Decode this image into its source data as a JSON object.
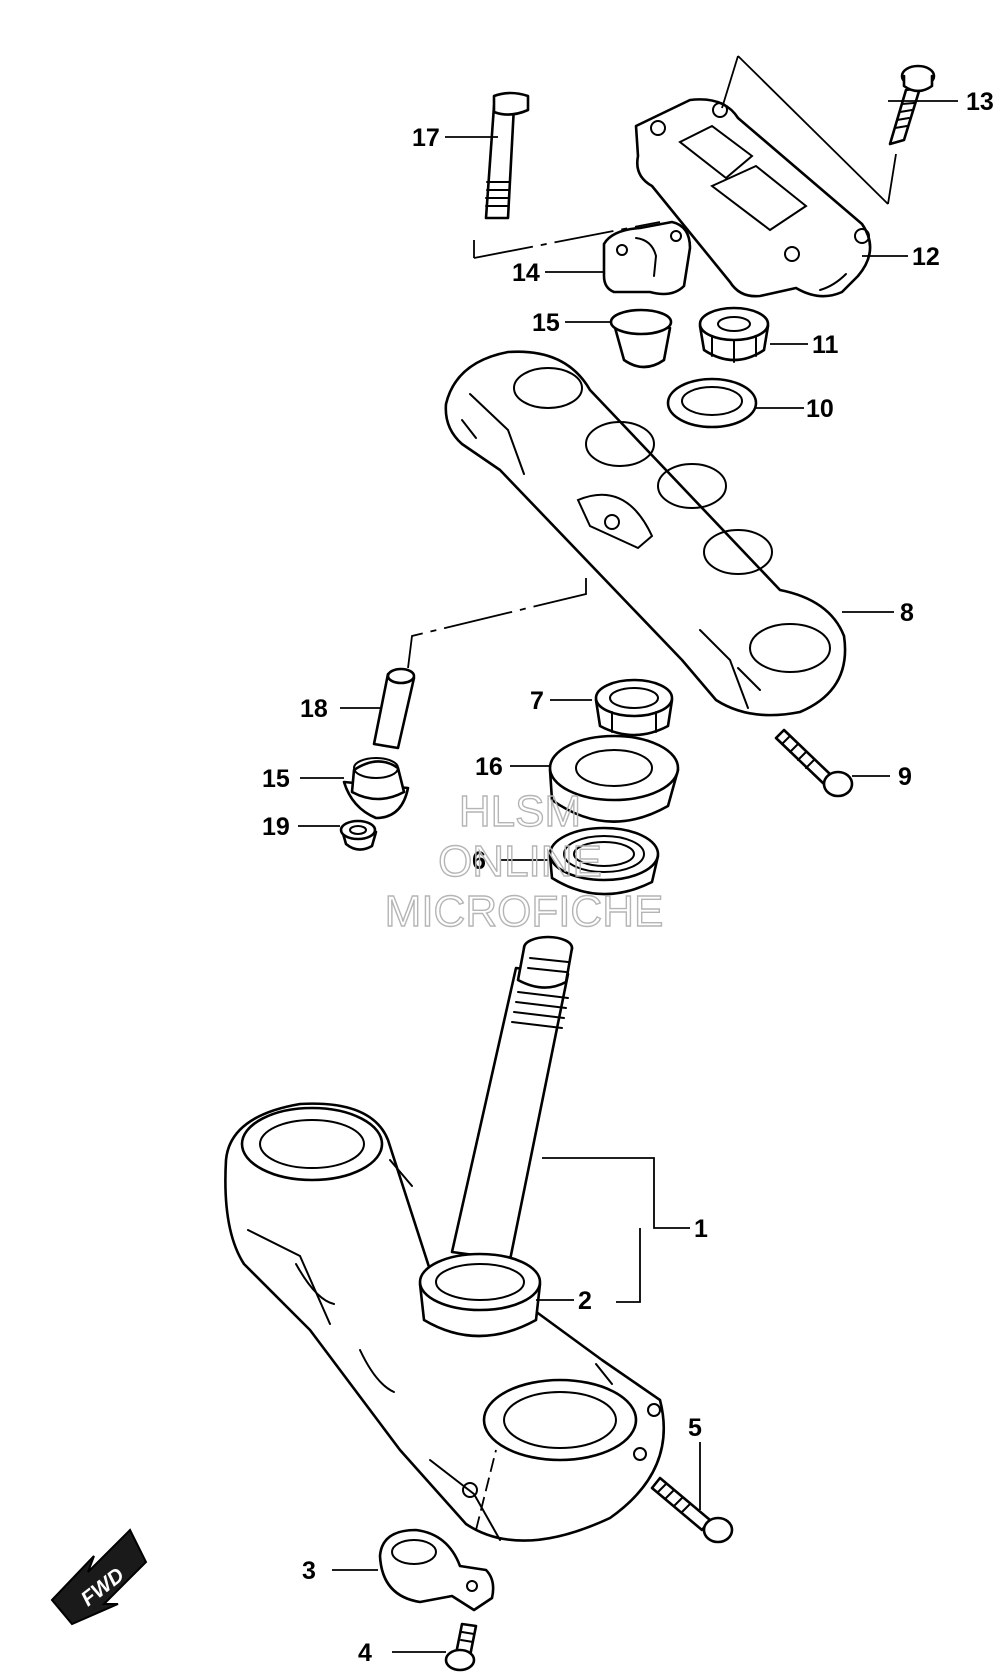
{
  "callouts": [
    {
      "num": "1"
    },
    {
      "num": "2"
    },
    {
      "num": "3"
    },
    {
      "num": "4"
    },
    {
      "num": "5"
    },
    {
      "num": "6"
    },
    {
      "num": "7"
    },
    {
      "num": "8"
    },
    {
      "num": "9"
    },
    {
      "num": "10"
    },
    {
      "num": "11"
    },
    {
      "num": "12"
    },
    {
      "num": "13"
    },
    {
      "num": "14"
    },
    {
      "num": "15"
    },
    {
      "num": "15"
    },
    {
      "num": "16"
    },
    {
      "num": "17"
    },
    {
      "num": "18"
    },
    {
      "num": "19"
    }
  ],
  "watermark": {
    "line1": "HLSM",
    "line2": "ONLINE",
    "line3": "MICROFICHE"
  },
  "fwd_label": "FWD"
}
